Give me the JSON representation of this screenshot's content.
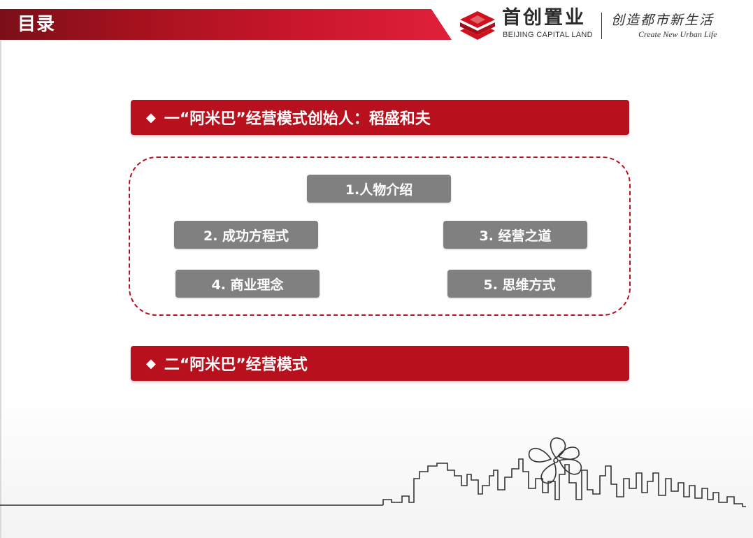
{
  "header": {
    "title": "目录"
  },
  "brand": {
    "name_cn": "首创置业",
    "name_en": "BEIJING CAPITAL LAND",
    "slogan_cn": "创造都市新生活",
    "slogan_en": "Create New Urban Life",
    "logo_icon": "stacked-diamond-logo-icon"
  },
  "sections": [
    {
      "bullet": "◆",
      "label": "一“阿米巴”经营模式创始人：稻盛和夫"
    },
    {
      "bullet": "◆",
      "label": "二“阿米巴”经营模式"
    }
  ],
  "topics": [
    "1.人物介绍",
    "2. 成功方程式",
    "3. 经营之道",
    "4. 商业理念",
    "5. 思维方式"
  ],
  "colors": {
    "primary_red": "#b8111d",
    "header_dark_red": "#7b0f18",
    "header_light_red": "#e0203c",
    "topic_gray": "#808080",
    "skyline_line": "#333333"
  },
  "decoration": {
    "skyline": "city-skyline-with-bauhinia-icon"
  }
}
